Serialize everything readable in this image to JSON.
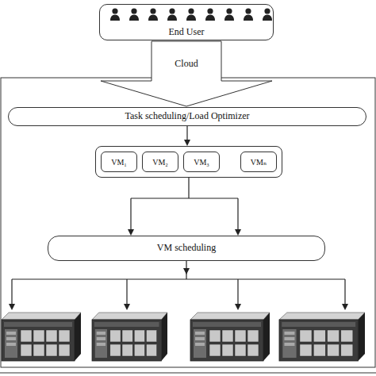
{
  "diagram": {
    "nodes": [
      {
        "text": [
          "End User"
        ]
      },
      {
        "text": [
          "Task scheduling/Load Optimizer"
        ]
      },
      {
        "text": []
      },
      {
        "text": [
          "VM₁"
        ],
        "in": 2
      },
      {
        "text": [
          "VM₂"
        ],
        "in": 2
      },
      {
        "text": [
          "VM₃"
        ],
        "in": 2
      },
      {
        "text": [
          "VMₙ"
        ],
        "in": 2
      },
      {
        "text": [
          "VM scheduling"
        ]
      }
    ],
    "edges": [
      {
        "from": 0,
        "to": 1,
        "arrow": "to",
        "label": "Cloud"
      },
      {
        "from": 1,
        "to": 2,
        "arrow": "to"
      },
      {
        "from": 2,
        "to": 7,
        "arrow": "to"
      }
    ]
  }
}
